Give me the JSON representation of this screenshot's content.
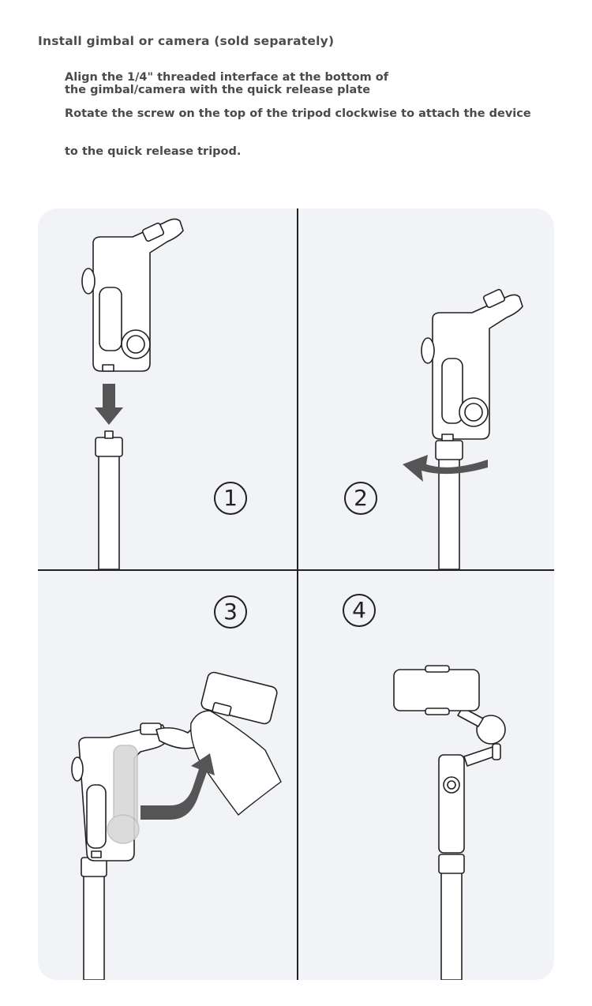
{
  "heading": "Install gimbal or camera (sold separately)",
  "instructions": {
    "line1": "Align the 1/4\" threaded interface at the bottom of",
    "line2": " the gimbal/camera with the quick release plate",
    "line3": "Rotate the screw on the top of the tripod clockwise to attach the device",
    "line4": "to the quick release tripod."
  },
  "steps": [
    {
      "number": "1"
    },
    {
      "number": "2"
    },
    {
      "number": "3"
    },
    {
      "number": "4"
    }
  ],
  "colors": {
    "panel_background": "#f2f3f6",
    "line_art": "#222222",
    "arrow": "#555555",
    "device_fill": "#ffffff"
  }
}
